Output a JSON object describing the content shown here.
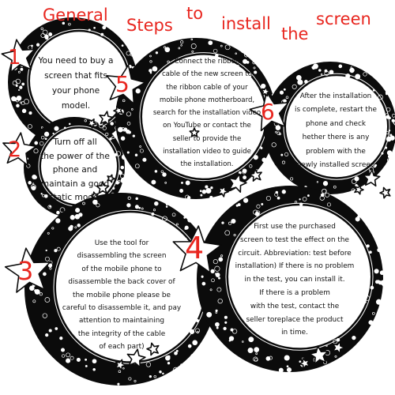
{
  "title_words": [
    "General",
    "Steps",
    "to",
    "install",
    "the",
    "screen"
  ],
  "steps": [
    {
      "number": "1",
      "lines": [
        "You need to buy a",
        "screen that fits",
        "your phone",
        "model."
      ]
    },
    {
      "number": "2",
      "lines": [
        "Turn off all",
        "the power of the",
        "phone and",
        "maintain a good",
        "static mode."
      ]
    },
    {
      "number": "3",
      "lines": [
        "Use the tool for",
        "disassembling the screen",
        "of the mobile phone to",
        "disassemble the back cover of",
        "the mobile phone please be",
        "careful to disassemble it, and pay",
        "attention to maintaining",
        "the integrity of the cable",
        "of each part)"
      ]
    },
    {
      "number": "4",
      "lines": [
        "First use the purchased",
        "screen to test the effect on the",
        "circuit. Abbreviation: test before",
        "installation) If there is no problem",
        "in the test, you can install it.",
        "If there is a problem",
        "with the test, contact the",
        "seller toreplace the product",
        "in time."
      ]
    },
    {
      "number": "5",
      "lines": [
        "Connect the ribbon",
        "cable of the new screen to",
        "the ribbon cable of your",
        "mobile phone motherboard,",
        "search for the installation video",
        "on YouTube or contact the",
        "seller to provide the",
        "installation video to guide",
        "the installation."
      ]
    },
    {
      "number": "6",
      "lines": [
        "After the installation",
        "is complete, restart the",
        "phone and check",
        "hether there is any",
        "problem with the",
        "newly installed screen"
      ]
    }
  ],
  "colors": {
    "accent": "#e8261f",
    "frame": "#0b0b0b",
    "text": "#111111"
  }
}
